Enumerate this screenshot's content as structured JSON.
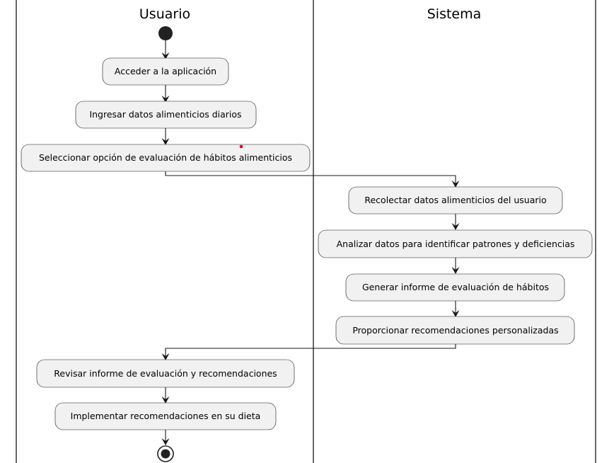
{
  "lanes": {
    "usuario": "Usuario",
    "sistema": "Sistema"
  },
  "activities": {
    "acceder": "Acceder a la aplicación",
    "ingresar": "Ingresar datos alimenticios diarios",
    "seleccionar": "Seleccionar opción de evaluación de hábitos alimenticios",
    "recolectar": "Recolectar datos alimenticios del usuario",
    "analizar": "Analizar datos para identificar patrones y deficiencias",
    "generar": "Generar informe de evaluación de hábitos",
    "proporcionar": "Proporcionar recomendaciones personalizadas",
    "revisar": "Revisar informe de evaluación y recomendaciones",
    "implementar": "Implementar recomendaciones en su dieta"
  },
  "colors": {
    "activity_fill": "#f1f1f1",
    "stroke": "#181818",
    "marker": "#e3000f"
  }
}
